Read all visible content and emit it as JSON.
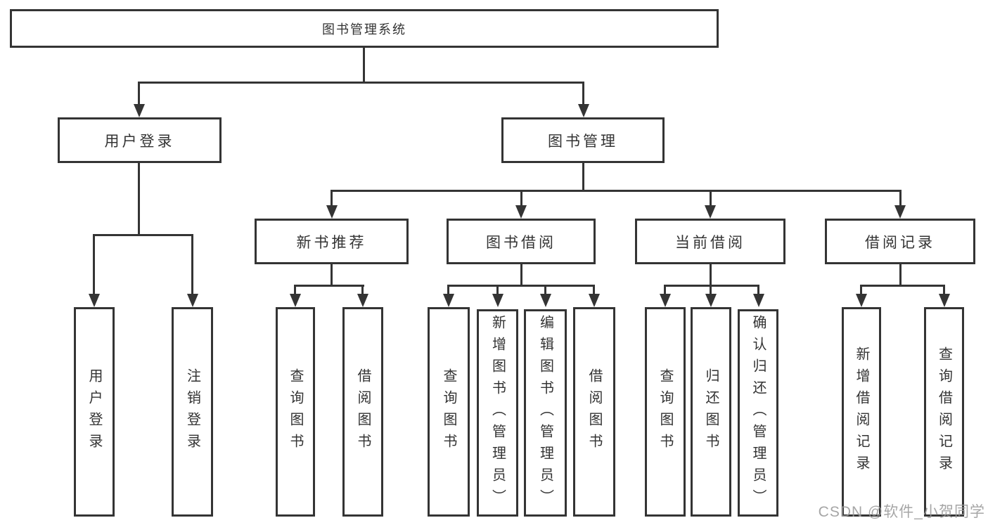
{
  "colors": {
    "line": "#343434",
    "box_border": "#343434",
    "text": "#333333",
    "background": "#ffffff",
    "watermark": "#9a9a9a"
  },
  "watermark": {
    "text": "CSDN @软件_小贺同学"
  },
  "tree": {
    "root": {
      "label": "图书管理系统"
    },
    "branches": [
      {
        "label": "用户登录",
        "children": [
          {
            "label": "用户登录"
          },
          {
            "label": "注销登录"
          }
        ]
      },
      {
        "label": "图书管理",
        "children": [
          {
            "label": "新书推荐",
            "children": [
              {
                "label": "查询图书"
              },
              {
                "label": "借阅图书"
              }
            ]
          },
          {
            "label": "图书借阅",
            "children": [
              {
                "label": "查询图书"
              },
              {
                "label": "新增图书（管理员）"
              },
              {
                "label": "编辑图书（管理员）"
              },
              {
                "label": "借阅图书"
              }
            ]
          },
          {
            "label": "当前借阅",
            "children": [
              {
                "label": "查询图书"
              },
              {
                "label": "归还图书"
              },
              {
                "label": "确认归还（管理员）"
              }
            ]
          },
          {
            "label": "借阅记录",
            "children": [
              {
                "label": "新增借阅记录"
              },
              {
                "label": "查询借阅记录"
              }
            ]
          }
        ]
      }
    ]
  }
}
